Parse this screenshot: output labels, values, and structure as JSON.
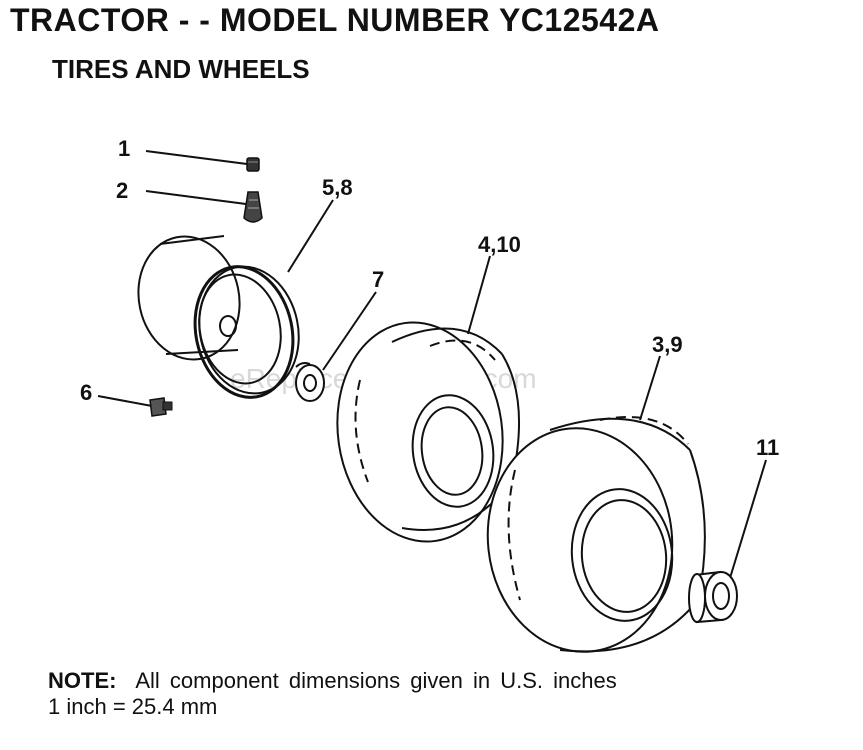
{
  "header": {
    "title": "TRACTOR - - MODEL NUMBER YC12542A",
    "subtitle": "TIRES AND WHEELS"
  },
  "watermark": "eReplacementParts.com",
  "callouts": [
    {
      "id": "1",
      "label": "1",
      "part": "valve cap"
    },
    {
      "id": "2",
      "label": "2",
      "part": "valve stem"
    },
    {
      "id": "5-8",
      "label": "5,8",
      "part": "wheel rim"
    },
    {
      "id": "7",
      "label": "7",
      "part": "washer"
    },
    {
      "id": "6",
      "label": "6",
      "part": "grease fitting"
    },
    {
      "id": "4-10",
      "label": "4,10",
      "part": "front tire"
    },
    {
      "id": "3-9",
      "label": "3,9",
      "part": "rear tire"
    },
    {
      "id": "11",
      "label": "11",
      "part": "bushing"
    }
  ],
  "note": {
    "label": "NOTE:",
    "text": "All component dimensions given in U.S. inches",
    "conversion": "1 inch = 25.4 mm"
  }
}
